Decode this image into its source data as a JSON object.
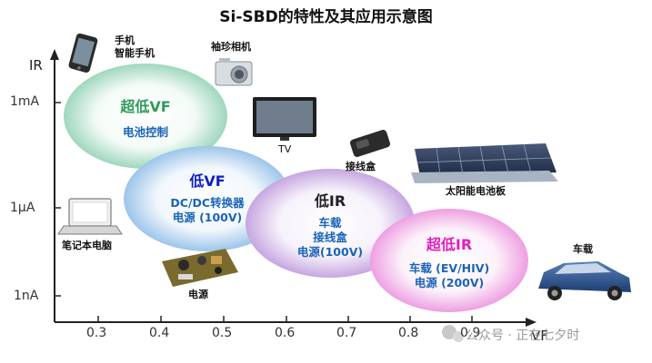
{
  "title": "Si-SBD的特性及其应用示意图",
  "axes": {
    "y_label": "IR",
    "x_label": "VF",
    "y_ticks": [
      "1mA",
      "1μA",
      "1nA"
    ],
    "x_ticks": [
      "0.3",
      "0.4",
      "0.5",
      "0.6",
      "0.7",
      "0.8",
      "0.9"
    ]
  },
  "regions": [
    {
      "name": "超低VF",
      "sub": [
        "电池控制"
      ],
      "name_color": "#2f9a5a",
      "sub_color": "#1a64b8"
    },
    {
      "name": "低VF",
      "sub": [
        "DC/DC转换器",
        "电源 (100V)"
      ],
      "name_color": "#1020c8",
      "sub_color": "#1a64b8"
    },
    {
      "name": "低IR",
      "sub": [
        "车载",
        "接线盒",
        "电源(100V)"
      ],
      "name_color": "#222222",
      "sub_color": "#1a64b8"
    },
    {
      "name": "超低IR",
      "sub": [
        "车载 (EV/HIV)",
        "电源 (200V)"
      ],
      "name_color": "#e020c0",
      "sub_color": "#1a64b8"
    }
  ],
  "applications": {
    "phone": "手机\n智能手机",
    "camera": "袖珍相机",
    "tv": "TV",
    "junction_box": "接线盒",
    "solar": "太阳能电池板",
    "laptop": "笔记本电脑",
    "power_supply": "电源",
    "car": "车载"
  },
  "watermark": "公众号 · 正在七夕时",
  "colors": {
    "ellipse1": "#bfe6d3",
    "ellipse2": "#bcd8f0",
    "ellipse3": "#d9c6e8",
    "ellipse4": "#f2c4ec"
  }
}
